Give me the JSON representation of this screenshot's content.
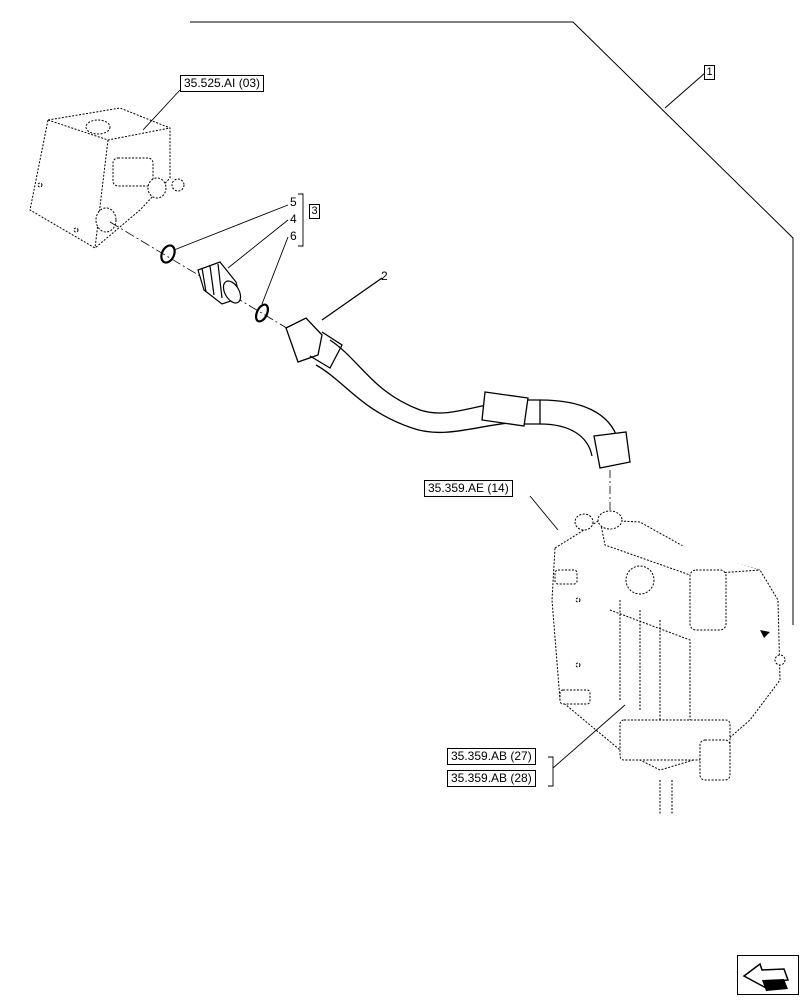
{
  "references": {
    "top_left": "35.525.AI (03)",
    "valve_block": "35.359.AE (14)",
    "lower_1": "35.359.AB (27)",
    "lower_2": "35.359.AB (28)"
  },
  "callouts": {
    "item_1": "1",
    "item_2": "2",
    "item_3": "3",
    "item_4": "4",
    "item_5": "5",
    "item_6": "6"
  },
  "icons": {
    "nav": "next-page-arrow-icon"
  }
}
